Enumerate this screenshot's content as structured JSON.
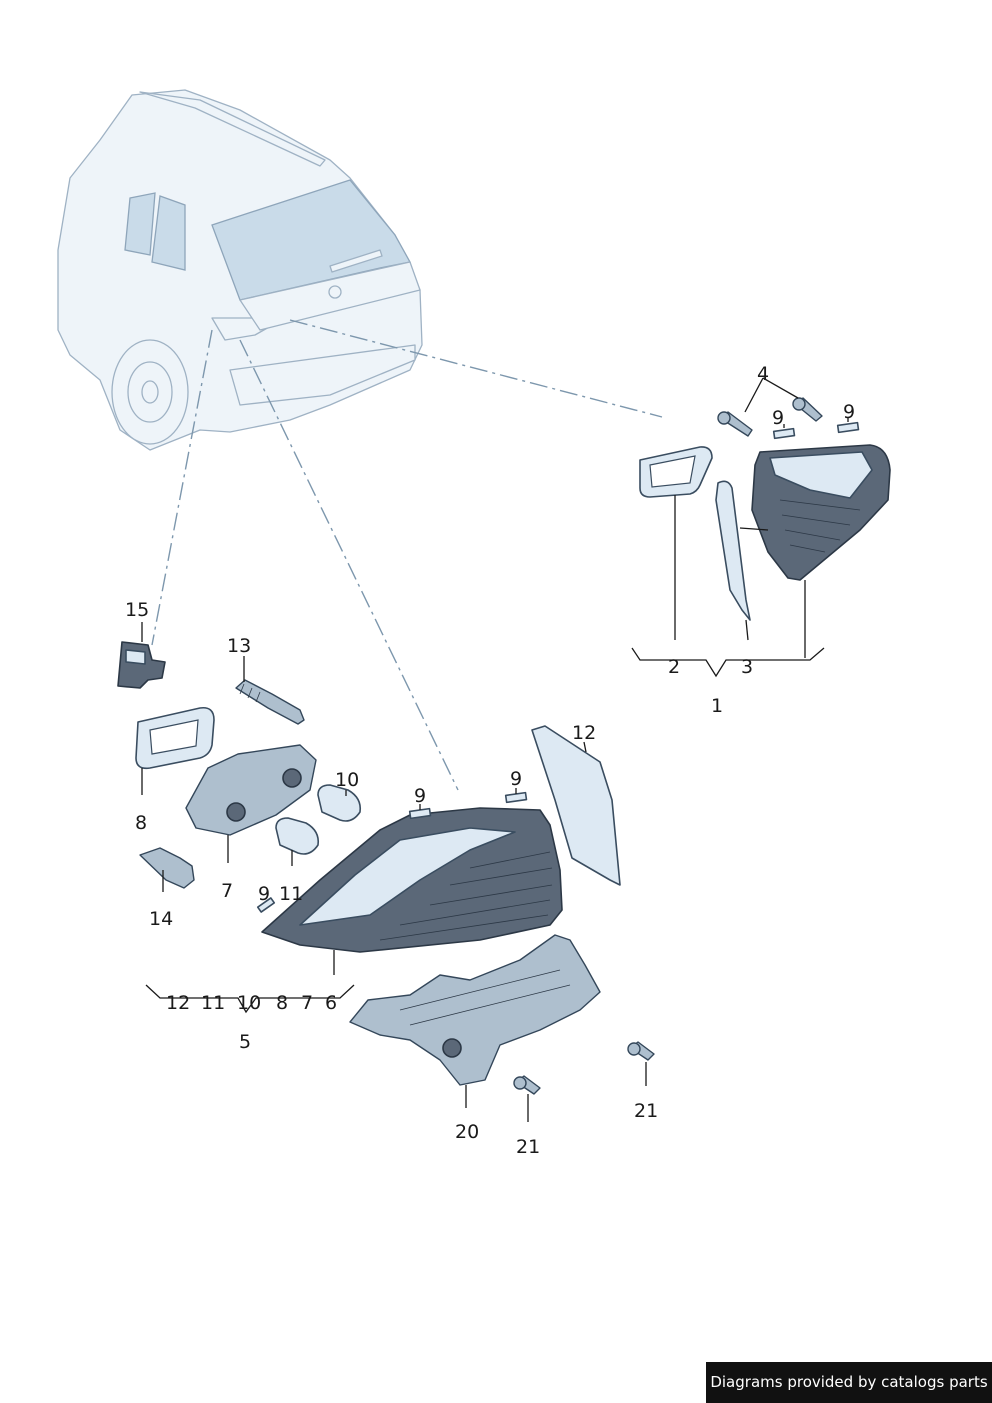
{
  "callouts": [
    {
      "id": "c4",
      "text": "4"
    },
    {
      "id": "c9a",
      "text": "9"
    },
    {
      "id": "c9b",
      "text": "9"
    },
    {
      "id": "c2",
      "text": "2"
    },
    {
      "id": "c3",
      "text": "3"
    },
    {
      "id": "c1",
      "text": "1"
    },
    {
      "id": "c15",
      "text": "15"
    },
    {
      "id": "c13",
      "text": "13"
    },
    {
      "id": "c12",
      "text": "12"
    },
    {
      "id": "c10",
      "text": "10"
    },
    {
      "id": "c9c",
      "text": "9"
    },
    {
      "id": "c9d",
      "text": "9"
    },
    {
      "id": "c8",
      "text": "8"
    },
    {
      "id": "c7",
      "text": "7"
    },
    {
      "id": "c9e",
      "text": "9"
    },
    {
      "id": "c11",
      "text": "11"
    },
    {
      "id": "c14",
      "text": "14"
    },
    {
      "id": "g12",
      "text": "12"
    },
    {
      "id": "g11",
      "text": "11"
    },
    {
      "id": "g10",
      "text": "10"
    },
    {
      "id": "g8",
      "text": "8"
    },
    {
      "id": "g7",
      "text": "7"
    },
    {
      "id": "g6",
      "text": "6"
    },
    {
      "id": "c5",
      "text": "5"
    },
    {
      "id": "c20",
      "text": "20"
    },
    {
      "id": "c21a",
      "text": "21"
    },
    {
      "id": "c21b",
      "text": "21"
    }
  ],
  "attribution": "Diagrams provided by catalogs parts"
}
